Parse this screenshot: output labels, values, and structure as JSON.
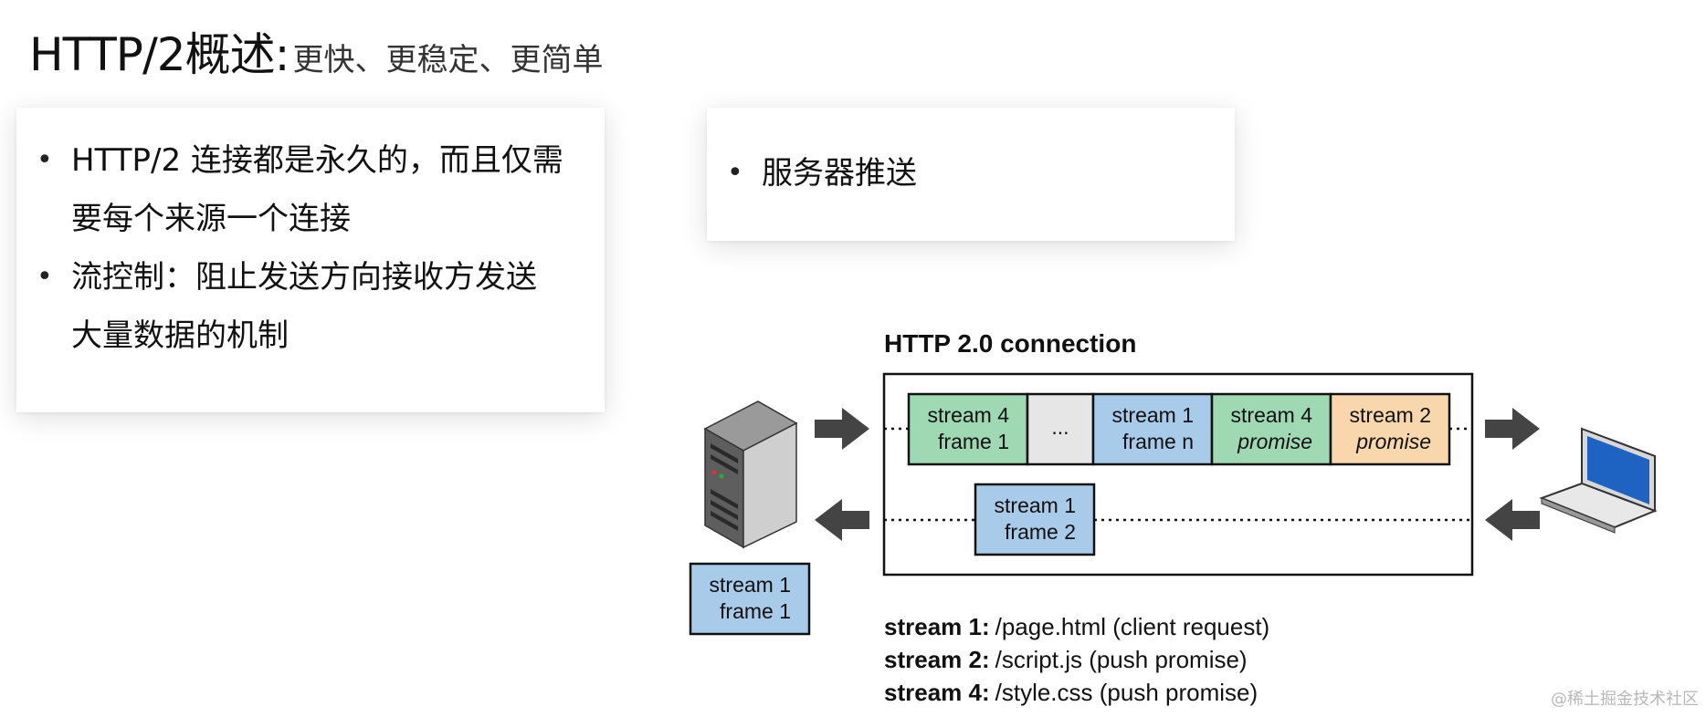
{
  "title": {
    "main": "HTTP/2概述:",
    "sub": "更快、更稳定、更简单"
  },
  "left_card": {
    "bullets": [
      {
        "line1": "HTTP/2 连接都是永久的，而且仅需",
        "line2": "要每个来源一个连接"
      },
      {
        "line1": "流控制：阻止发送方向接收方发送",
        "line2": "大量数据的机制"
      }
    ]
  },
  "right_card": {
    "bullets": [
      "服务器推送"
    ]
  },
  "diagram": {
    "connection_label": "HTTP 2.0 connection",
    "top_row": [
      {
        "line1": "stream 4",
        "line2": "frame 1",
        "fill": "#9ed9b4",
        "italic2": false
      },
      {
        "line1": "...",
        "line2": "",
        "fill": "#e6e6e6",
        "italic2": false
      },
      {
        "line1": "stream 1",
        "line2": "frame n",
        "fill": "#a9cbea",
        "italic2": false
      },
      {
        "line1": "stream 4",
        "line2": "promise",
        "fill": "#9ed9b4",
        "italic2": true
      },
      {
        "line1": "stream 2",
        "line2": "promise",
        "fill": "#f8d7ad",
        "italic2": true
      }
    ],
    "bottom_frame": {
      "line1": "stream 1",
      "line2": "frame 2",
      "fill": "#a9cbea"
    },
    "server_frame": {
      "line1": "stream 1",
      "line2": "frame 1",
      "fill": "#a9cbea"
    },
    "legend": [
      {
        "key": "stream 1:",
        "value": "/page.html  (client request)"
      },
      {
        "key": "stream 2:",
        "value": "/script.js  (push promise)"
      },
      {
        "key": "stream 4:",
        "value": "/style.css  (push promise)"
      }
    ]
  },
  "watermark": "@稀土掘金技术社区"
}
